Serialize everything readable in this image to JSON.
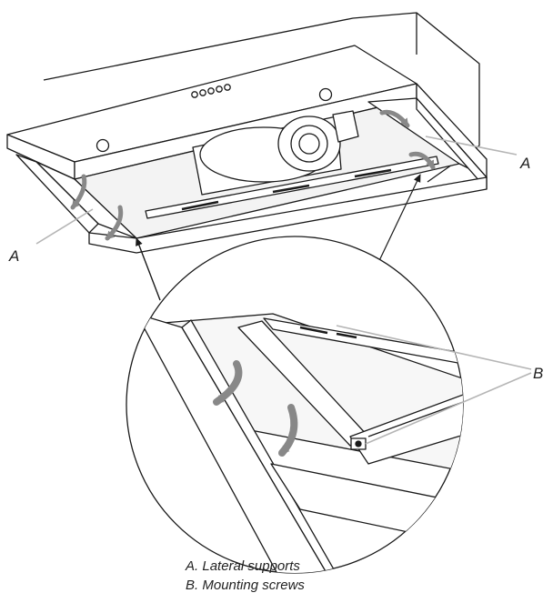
{
  "callouts": {
    "a_left": "A",
    "a_right": "A",
    "b": "B"
  },
  "legend": [
    {
      "letter": "A.",
      "text": "Lateral supports"
    },
    {
      "letter": "B.",
      "text": "Mounting screws"
    }
  ],
  "colors": {
    "line": "#1a1a1a",
    "arrow": "#888888",
    "leader": "#b5b5b5",
    "interior": "#f3f3f3"
  }
}
